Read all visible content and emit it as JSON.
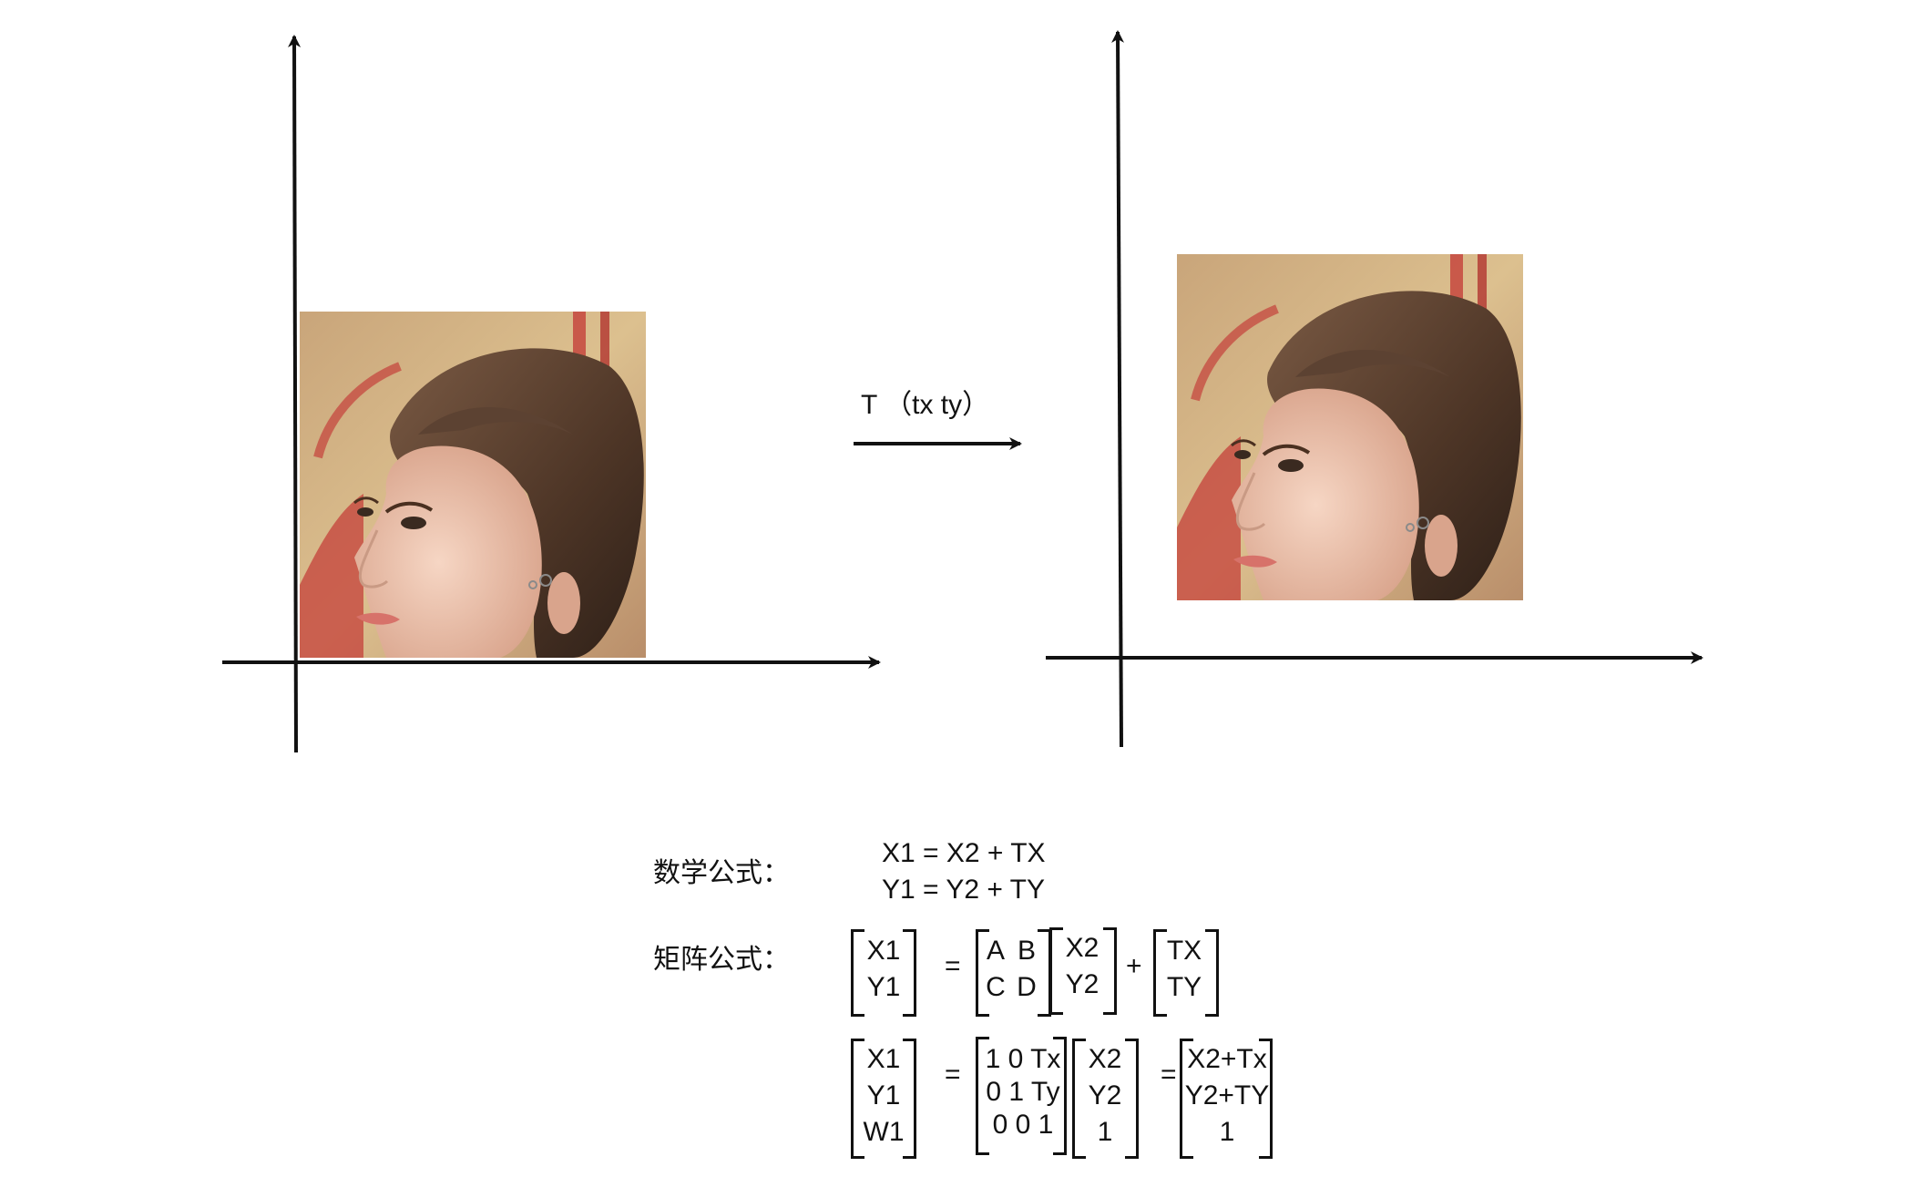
{
  "transform": {
    "label": "T （tx ty）"
  },
  "pictures": {
    "original": "portrait-photo",
    "translated": "portrait-photo"
  },
  "formulas": {
    "math_label": "数学公式：",
    "math_lines": [
      "X1 = X2 + TX",
      "Y1 = Y2 + TY"
    ],
    "matrix_label": "矩阵公式：",
    "m1": {
      "lhs": [
        "X1",
        "Y1"
      ],
      "eq": "=",
      "coef": [
        [
          "A",
          "B"
        ],
        [
          "C",
          "D"
        ]
      ],
      "vec": [
        "X2",
        "Y2"
      ],
      "plus": "+",
      "trans": [
        "TX",
        "TY"
      ]
    },
    "m2": {
      "lhs": [
        "X1",
        "Y1",
        "W1"
      ],
      "eq": "=",
      "mat": [
        "1 0 Tx",
        "0 1 Ty",
        "0 0 1"
      ],
      "vec": [
        "X2",
        "Y2",
        "1"
      ],
      "eq2": "=",
      "res": [
        "X2+Tx",
        "Y2+TY",
        "1"
      ]
    }
  },
  "colors": {
    "axis": "#111111",
    "skin": "#e9b9a3",
    "hair": "#5a4030",
    "background_warm": "#d8b483",
    "accent_red": "#c4403a"
  }
}
